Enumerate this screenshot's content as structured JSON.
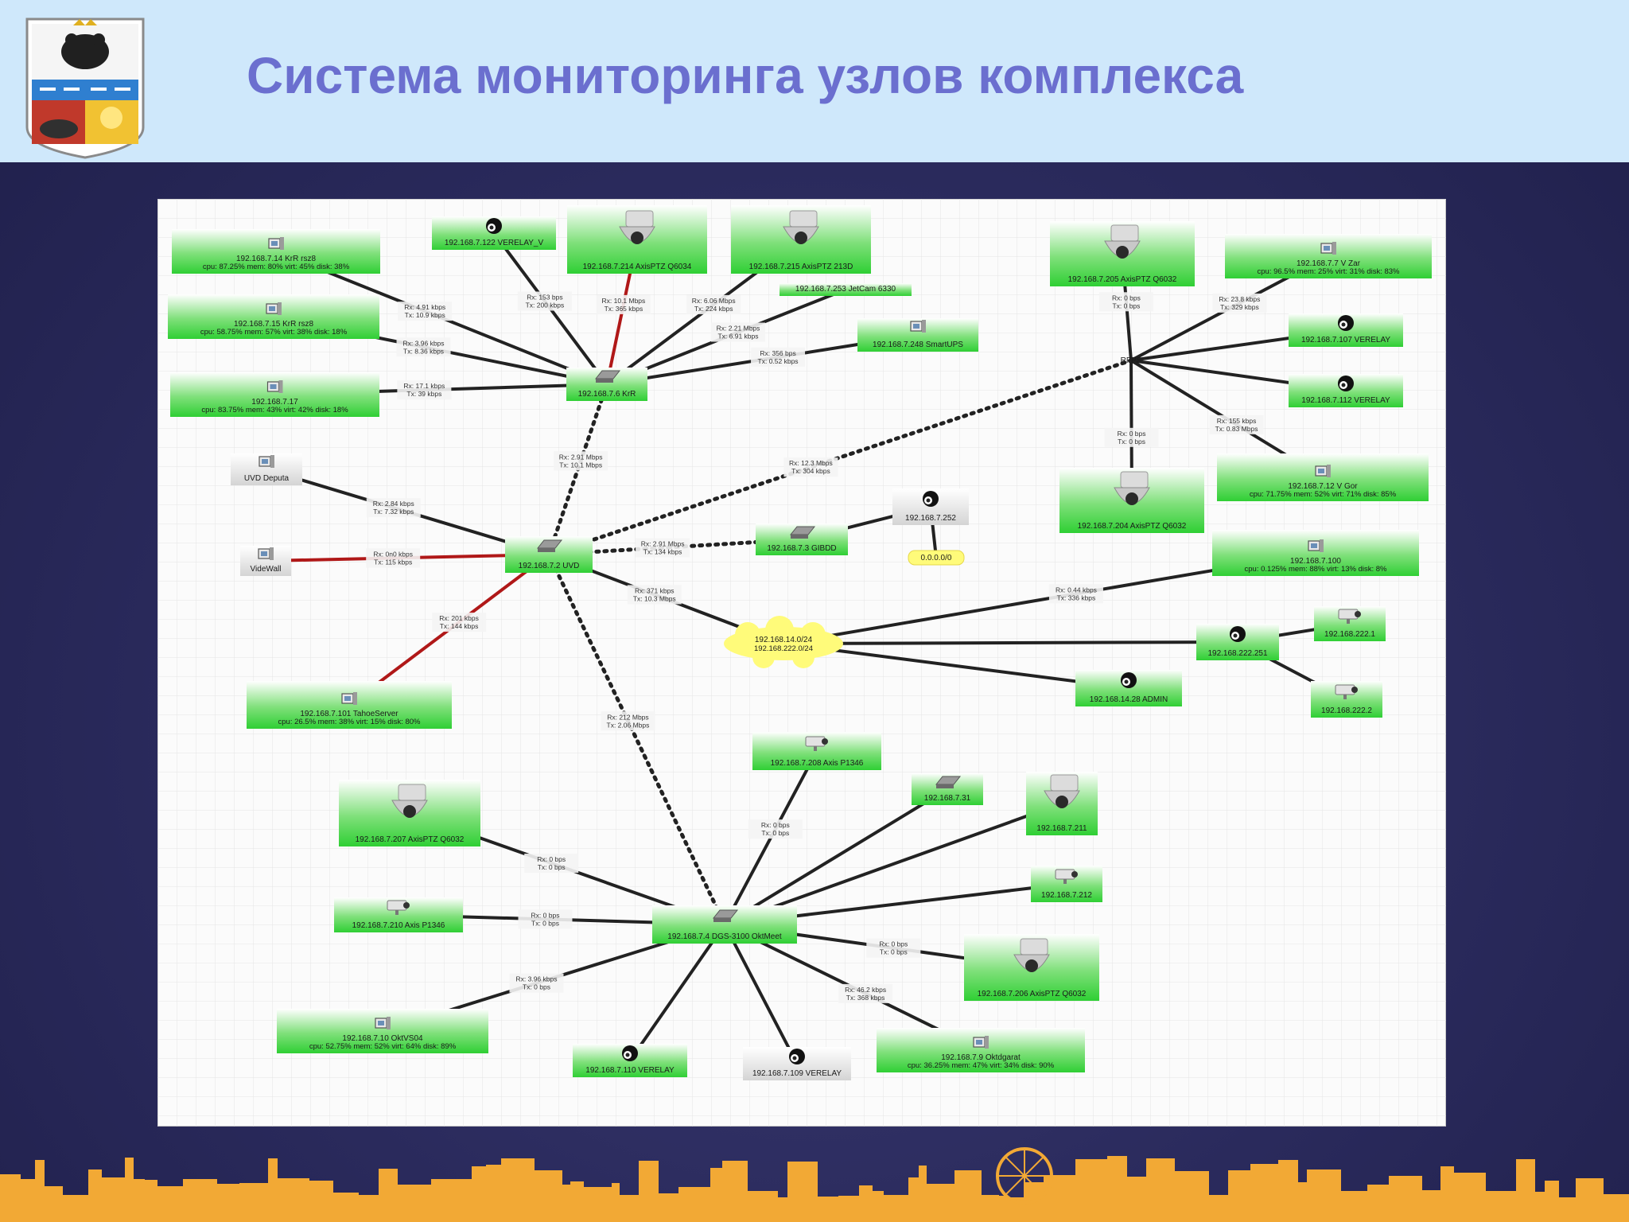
{
  "slide": {
    "title": "Система мониторинга узлов комплекса"
  },
  "colors": {
    "header_bg": "#cfe8fb",
    "title": "#6b6fcf",
    "background": "#2a2a5c",
    "node_green": "#33d33a",
    "node_gray": "#d7d7d7",
    "cloud": "#fffb7a",
    "skyline": "#f2a935",
    "link": "#222222",
    "link_red": "#b01818"
  },
  "diagram": {
    "nodes": [
      {
        "id": "n1",
        "icon": "server-icon",
        "style": "green",
        "lines": [
          "192.168.7.14 KrR rsz8",
          "cpu: 87.25% mem: 80% virt: 45% disk: 38%"
        ]
      },
      {
        "id": "n2",
        "icon": "server-icon",
        "style": "green",
        "lines": [
          "192.168.7.15 KrR rsz8",
          "cpu: 58.75% mem: 57% virt: 38% disk: 18%"
        ]
      },
      {
        "id": "n3",
        "icon": "server-icon",
        "style": "green",
        "lines": [
          "192.168.7.17",
          "cpu: 83.75% mem: 43% virt: 42% disk: 18%"
        ]
      },
      {
        "id": "n4",
        "icon": "camera-icon",
        "style": "green",
        "lines": [
          "192.168.7.122 VERELAY_V"
        ]
      },
      {
        "id": "n5",
        "icon": "dome-camera-icon",
        "style": "green",
        "lines": [
          "192.168.7.214 AxisPTZ Q6034"
        ]
      },
      {
        "id": "n6",
        "icon": "dome-camera-icon",
        "style": "green",
        "lines": [
          "192.168.7.215 AxisPTZ 213D"
        ]
      },
      {
        "id": "n7",
        "icon": "none",
        "style": "green",
        "lines": [
          "192.168.7.253 JetCam 6330"
        ]
      },
      {
        "id": "n8",
        "icon": "server-icon",
        "style": "green",
        "lines": [
          "192.168.7.248 SmartUPS"
        ]
      },
      {
        "id": "n9",
        "icon": "switch-icon",
        "style": "green",
        "lines": [
          "192.168.7.6 KrR"
        ]
      },
      {
        "id": "n10",
        "icon": "server-icon",
        "style": "gray",
        "lines": [
          "UVD Deputa"
        ]
      },
      {
        "id": "n11",
        "icon": "server-icon",
        "style": "gray",
        "lines": [
          "VideWall"
        ]
      },
      {
        "id": "n12",
        "icon": "switch-icon",
        "style": "green",
        "lines": [
          "192.168.7.2 UVD"
        ]
      },
      {
        "id": "n13",
        "icon": "switch-icon",
        "style": "green",
        "lines": [
          "192.168.7.3 GIBDD"
        ]
      },
      {
        "id": "n14",
        "icon": "camera-icon",
        "style": "gray",
        "lines": [
          "192.168.7.252"
        ]
      },
      {
        "id": "n15",
        "icon": "none",
        "style": "yellow",
        "lines": [
          "0.0.0.0/0"
        ]
      },
      {
        "id": "n16",
        "icon": "server-icon",
        "style": "green",
        "lines": [
          "192.168.7.101 TahoeServer",
          "cpu: 26.5% mem: 38% virt: 15% disk: 80%"
        ]
      },
      {
        "id": "n17",
        "icon": "dome-camera-icon",
        "style": "green",
        "lines": [
          "192.168.7.205 AxisPTZ Q6032"
        ]
      },
      {
        "id": "n18",
        "icon": "server-icon",
        "style": "green",
        "lines": [
          "192.168.7.7 V Zar",
          "cpu: 96.5% mem: 25% virt: 31% disk: 83%"
        ]
      },
      {
        "id": "n19",
        "icon": "camera-icon",
        "style": "green",
        "lines": [
          "192.168.7.107 VERELAY"
        ]
      },
      {
        "id": "n20",
        "icon": "camera-icon",
        "style": "green",
        "lines": [
          "192.168.7.112 VERELAY"
        ]
      },
      {
        "id": "n21",
        "icon": "dome-camera-icon",
        "style": "green",
        "lines": [
          "192.168.7.204 AxisPTZ Q6032"
        ]
      },
      {
        "id": "n22",
        "icon": "server-icon",
        "style": "green",
        "lines": [
          "192.168.7.12 V Gor",
          "cpu: 71.75% mem: 52% virt: 71% disk: 85%"
        ]
      },
      {
        "id": "n23",
        "icon": "none",
        "style": "plain",
        "lines": [
          "RFPS"
        ]
      },
      {
        "id": "n24",
        "icon": "server-icon",
        "style": "green",
        "lines": [
          "192.168.7.100",
          "cpu: 0.125% mem: 88% virt: 13% disk: 8%"
        ]
      },
      {
        "id": "n25",
        "icon": "none",
        "style": "cloud",
        "lines": [
          "192.168.14.0/24",
          "192.168.222.0/24"
        ]
      },
      {
        "id": "n26",
        "icon": "camera-icon",
        "style": "green",
        "lines": [
          "192.168.222.251"
        ]
      },
      {
        "id": "n27",
        "icon": "cctv-camera-icon",
        "style": "green",
        "lines": [
          "192.168.222.1"
        ]
      },
      {
        "id": "n28",
        "icon": "cctv-camera-icon",
        "style": "green",
        "lines": [
          "192.168.222.2"
        ]
      },
      {
        "id": "n29",
        "icon": "camera-icon",
        "style": "green",
        "lines": [
          "192.168.14.28 ADMIN"
        ]
      },
      {
        "id": "n30",
        "icon": "cctv-camera-icon",
        "style": "green",
        "lines": [
          "192.168.7.208 Axis P1346"
        ]
      },
      {
        "id": "n31",
        "icon": "dome-camera-icon",
        "style": "green",
        "lines": [
          "192.168.7.207 AxisPTZ Q6032"
        ]
      },
      {
        "id": "n32",
        "icon": "switch-icon",
        "style": "green",
        "lines": [
          "192.168.7.31"
        ]
      },
      {
        "id": "n33",
        "icon": "dome-camera-icon",
        "style": "green",
        "lines": [
          "192.168.7.211"
        ]
      },
      {
        "id": "n34",
        "icon": "cctv-camera-icon",
        "style": "green",
        "lines": [
          "192.168.7.212"
        ]
      },
      {
        "id": "n35",
        "icon": "cctv-camera-icon",
        "style": "green",
        "lines": [
          "192.168.7.210 Axis P1346"
        ]
      },
      {
        "id": "n36",
        "icon": "switch-icon",
        "style": "green",
        "lines": [
          "192.168.7.4 DGS-3100 OktMeet"
        ]
      },
      {
        "id": "n37",
        "icon": "dome-camera-icon",
        "style": "green",
        "lines": [
          "192.168.7.206 AxisPTZ Q6032"
        ]
      },
      {
        "id": "n38",
        "icon": "server-icon",
        "style": "green",
        "lines": [
          "192.168.7.10 OktVS04",
          "cpu: 52.75% mem: 52% virt: 64% disk: 89%"
        ]
      },
      {
        "id": "n39",
        "icon": "camera-icon",
        "style": "green",
        "lines": [
          "192.168.7.110 VERELAY"
        ]
      },
      {
        "id": "n40",
        "icon": "camera-icon",
        "style": "gray",
        "lines": [
          "192.168.7.109 VERELAY"
        ]
      },
      {
        "id": "n41",
        "icon": "server-icon",
        "style": "green",
        "lines": [
          "192.168.7.9 Oktdgarat",
          "cpu: 36.25% mem: 47% virt: 34% disk: 90%"
        ]
      }
    ],
    "links": [
      {
        "from": "n1",
        "to": "n9",
        "style": "solid",
        "label": [
          "Rx: 4.91 kbps",
          "Tx: 10.9 kbps"
        ]
      },
      {
        "from": "n2",
        "to": "n9",
        "style": "solid",
        "label": [
          "Rx: 3.96 kbps",
          "Tx: 8.36 kbps"
        ]
      },
      {
        "from": "n3",
        "to": "n9",
        "style": "solid",
        "label": [
          "Rx: 17.1 kbps",
          "Tx: 39 kbps"
        ]
      },
      {
        "from": "n4",
        "to": "n9",
        "style": "solid",
        "label": [
          "Rx: 153 bps",
          "Tx: 200 kbps"
        ]
      },
      {
        "from": "n5",
        "to": "n9",
        "style": "red",
        "label": [
          "Rx: 10.1 Mbps",
          "Tx: 365 kbps"
        ]
      },
      {
        "from": "n6",
        "to": "n9",
        "style": "solid",
        "label": [
          "Rx: 6.06 Mbps",
          "Tx: 224 kbps"
        ]
      },
      {
        "from": "n7",
        "to": "n9",
        "style": "solid",
        "label": [
          "Rx: 2.21 Mbps",
          "Tx: 6.91 kbps"
        ]
      },
      {
        "from": "n8",
        "to": "n9",
        "style": "solid",
        "label": [
          "Rx: 356 bps",
          "Tx: 0.52 kbps"
        ]
      },
      {
        "from": "n9",
        "to": "n12",
        "style": "dotted",
        "label": [
          "Rx: 2.91 Mbps",
          "Tx: 10.1 Mbps"
        ]
      },
      {
        "from": "n10",
        "to": "n12",
        "style": "solid",
        "label": [
          "Rx: 2.84 kbps",
          "Tx: 7.32 kbps"
        ]
      },
      {
        "from": "n11",
        "to": "n12",
        "style": "red",
        "label": [
          "Rx: 0n0 kbps",
          "Tx: 115 kbps"
        ]
      },
      {
        "from": "n12",
        "to": "n13",
        "style": "dotted",
        "label": [
          "Rx: 2.91 Mbps",
          "Tx: 134 kbps"
        ]
      },
      {
        "from": "n13",
        "to": "n14",
        "style": "solid",
        "label": []
      },
      {
        "from": "n14",
        "to": "n15",
        "style": "solid",
        "label": []
      },
      {
        "from": "n12",
        "to": "n16",
        "style": "red",
        "label": [
          "Rx: 201 kbps",
          "Tx: 144 kbps"
        ]
      },
      {
        "from": "n12",
        "to": "n23",
        "style": "dotted",
        "label": [
          "Rx: 12.3 Mbps",
          "Tx: 304 kbps"
        ]
      },
      {
        "from": "n12",
        "to": "n25",
        "style": "solid",
        "label": [
          "Rx: 371 kbps",
          "Tx: 10.3 Mbps"
        ]
      },
      {
        "from": "n12",
        "to": "n36",
        "style": "dotted",
        "label": [
          "Rx: 212 Mbps",
          "Tx: 2.06 Mbps"
        ]
      },
      {
        "from": "n17",
        "to": "n23",
        "style": "solid",
        "label": [
          "Rx: 0 bps",
          "Tx: 0 bps"
        ]
      },
      {
        "from": "n18",
        "to": "n23",
        "style": "solid",
        "label": [
          "Rx: 23.8 kbps",
          "Tx: 329 kbps"
        ]
      },
      {
        "from": "n19",
        "to": "n23",
        "style": "solid",
        "label": []
      },
      {
        "from": "n20",
        "to": "n23",
        "style": "solid",
        "label": []
      },
      {
        "from": "n21",
        "to": "n23",
        "style": "solid",
        "label": [
          "Rx: 0 bps",
          "Tx: 0 bps"
        ]
      },
      {
        "from": "n22",
        "to": "n23",
        "style": "solid",
        "label": [
          "Rx: 155 kbps",
          "Tx: 0.83 Mbps"
        ]
      },
      {
        "from": "n24",
        "to": "n25",
        "style": "solid",
        "label": [
          "Rx: 0.44 kbps",
          "Tx: 336 kbps"
        ]
      },
      {
        "from": "n25",
        "to": "n26",
        "style": "solid",
        "label": []
      },
      {
        "from": "n25",
        "to": "n29",
        "style": "solid",
        "label": []
      },
      {
        "from": "n26",
        "to": "n27",
        "style": "solid",
        "label": []
      },
      {
        "from": "n26",
        "to": "n28",
        "style": "solid",
        "label": []
      },
      {
        "from": "n30",
        "to": "n36",
        "style": "solid",
        "label": [
          "Rx: 0 bps",
          "Tx: 0 bps"
        ]
      },
      {
        "from": "n31",
        "to": "n36",
        "style": "solid",
        "label": [
          "Rx: 0 bps",
          "Tx: 0 bps"
        ]
      },
      {
        "from": "n32",
        "to": "n36",
        "style": "solid",
        "label": []
      },
      {
        "from": "n33",
        "to": "n36",
        "style": "solid",
        "label": []
      },
      {
        "from": "n34",
        "to": "n36",
        "style": "solid",
        "label": []
      },
      {
        "from": "n35",
        "to": "n36",
        "style": "solid",
        "label": [
          "Rx: 0 bps",
          "Tx: 0 bps"
        ]
      },
      {
        "from": "n37",
        "to": "n36",
        "style": "solid",
        "label": [
          "Rx: 0 bps",
          "Tx: 0 bps"
        ]
      },
      {
        "from": "n38",
        "to": "n36",
        "style": "solid",
        "label": [
          "Rx: 3.96 kbps",
          "Tx: 0 bps"
        ]
      },
      {
        "from": "n39",
        "to": "n36",
        "style": "solid",
        "label": []
      },
      {
        "from": "n40",
        "to": "n36",
        "style": "solid",
        "label": []
      },
      {
        "from": "n41",
        "to": "n36",
        "style": "solid",
        "label": [
          "Rx: 46.2 kbps",
          "Tx: 368 kbps"
        ]
      }
    ]
  }
}
